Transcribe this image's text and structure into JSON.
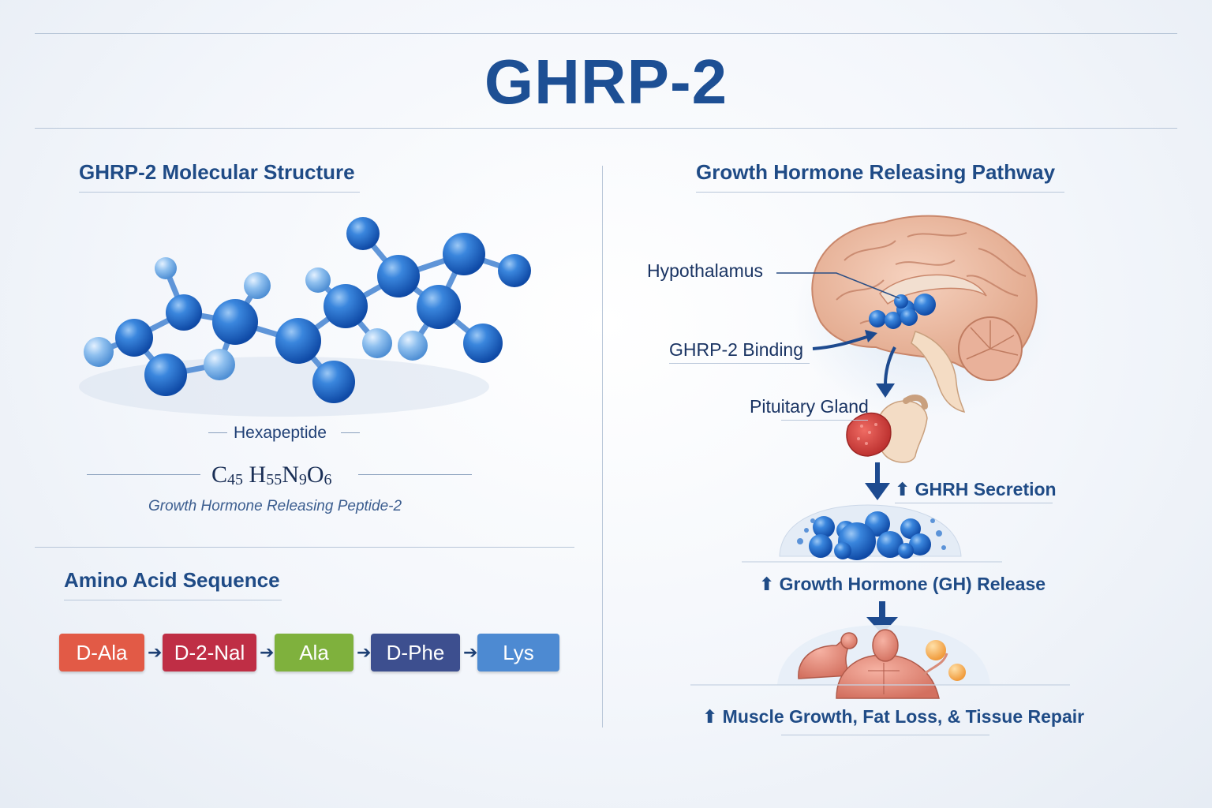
{
  "title": "GHRP-2",
  "left": {
    "structure_title": "GHRP-2 Molecular Structure",
    "hexapeptide": "Hexapeptide",
    "formula": {
      "c": "C",
      "c_n": "45",
      "h": "H",
      "h_n": "55",
      "n": "N",
      "n_n": "9",
      "o": "O",
      "o_n": "6"
    },
    "full_name": "Growth Hormone Releasing Peptide-2",
    "sequence_title": "Amino Acid Sequence",
    "sequence": [
      {
        "label": "D-Ala",
        "color": "#e25a46"
      },
      {
        "label": "D-2-Nal",
        "color": "#bf2e45"
      },
      {
        "label": "Ala",
        "color": "#7fb13d"
      },
      {
        "label": "D-Phe",
        "color": "#3d4f8f"
      },
      {
        "label": "Lys",
        "color": "#4d8ad2"
      }
    ]
  },
  "right": {
    "pathway_title": "Growth Hormone Releasing Pathway",
    "hypothalamus": "Hypothalamus",
    "binding": "GHRP-2 Binding",
    "pituitary": "Pituitary Gland",
    "ghrh": "GHRH Secretion",
    "gh_release": "Growth Hormone (GH) Release",
    "effects": "Muscle Growth, Fat Loss, & Tissue Repair",
    "up_symbol": "⬆"
  },
  "colors": {
    "title_blue": "#1d4f94",
    "atom_blue": "#1f66c9",
    "atom_light": "#7db3ea",
    "arrow_navy": "#1d4a8f"
  }
}
